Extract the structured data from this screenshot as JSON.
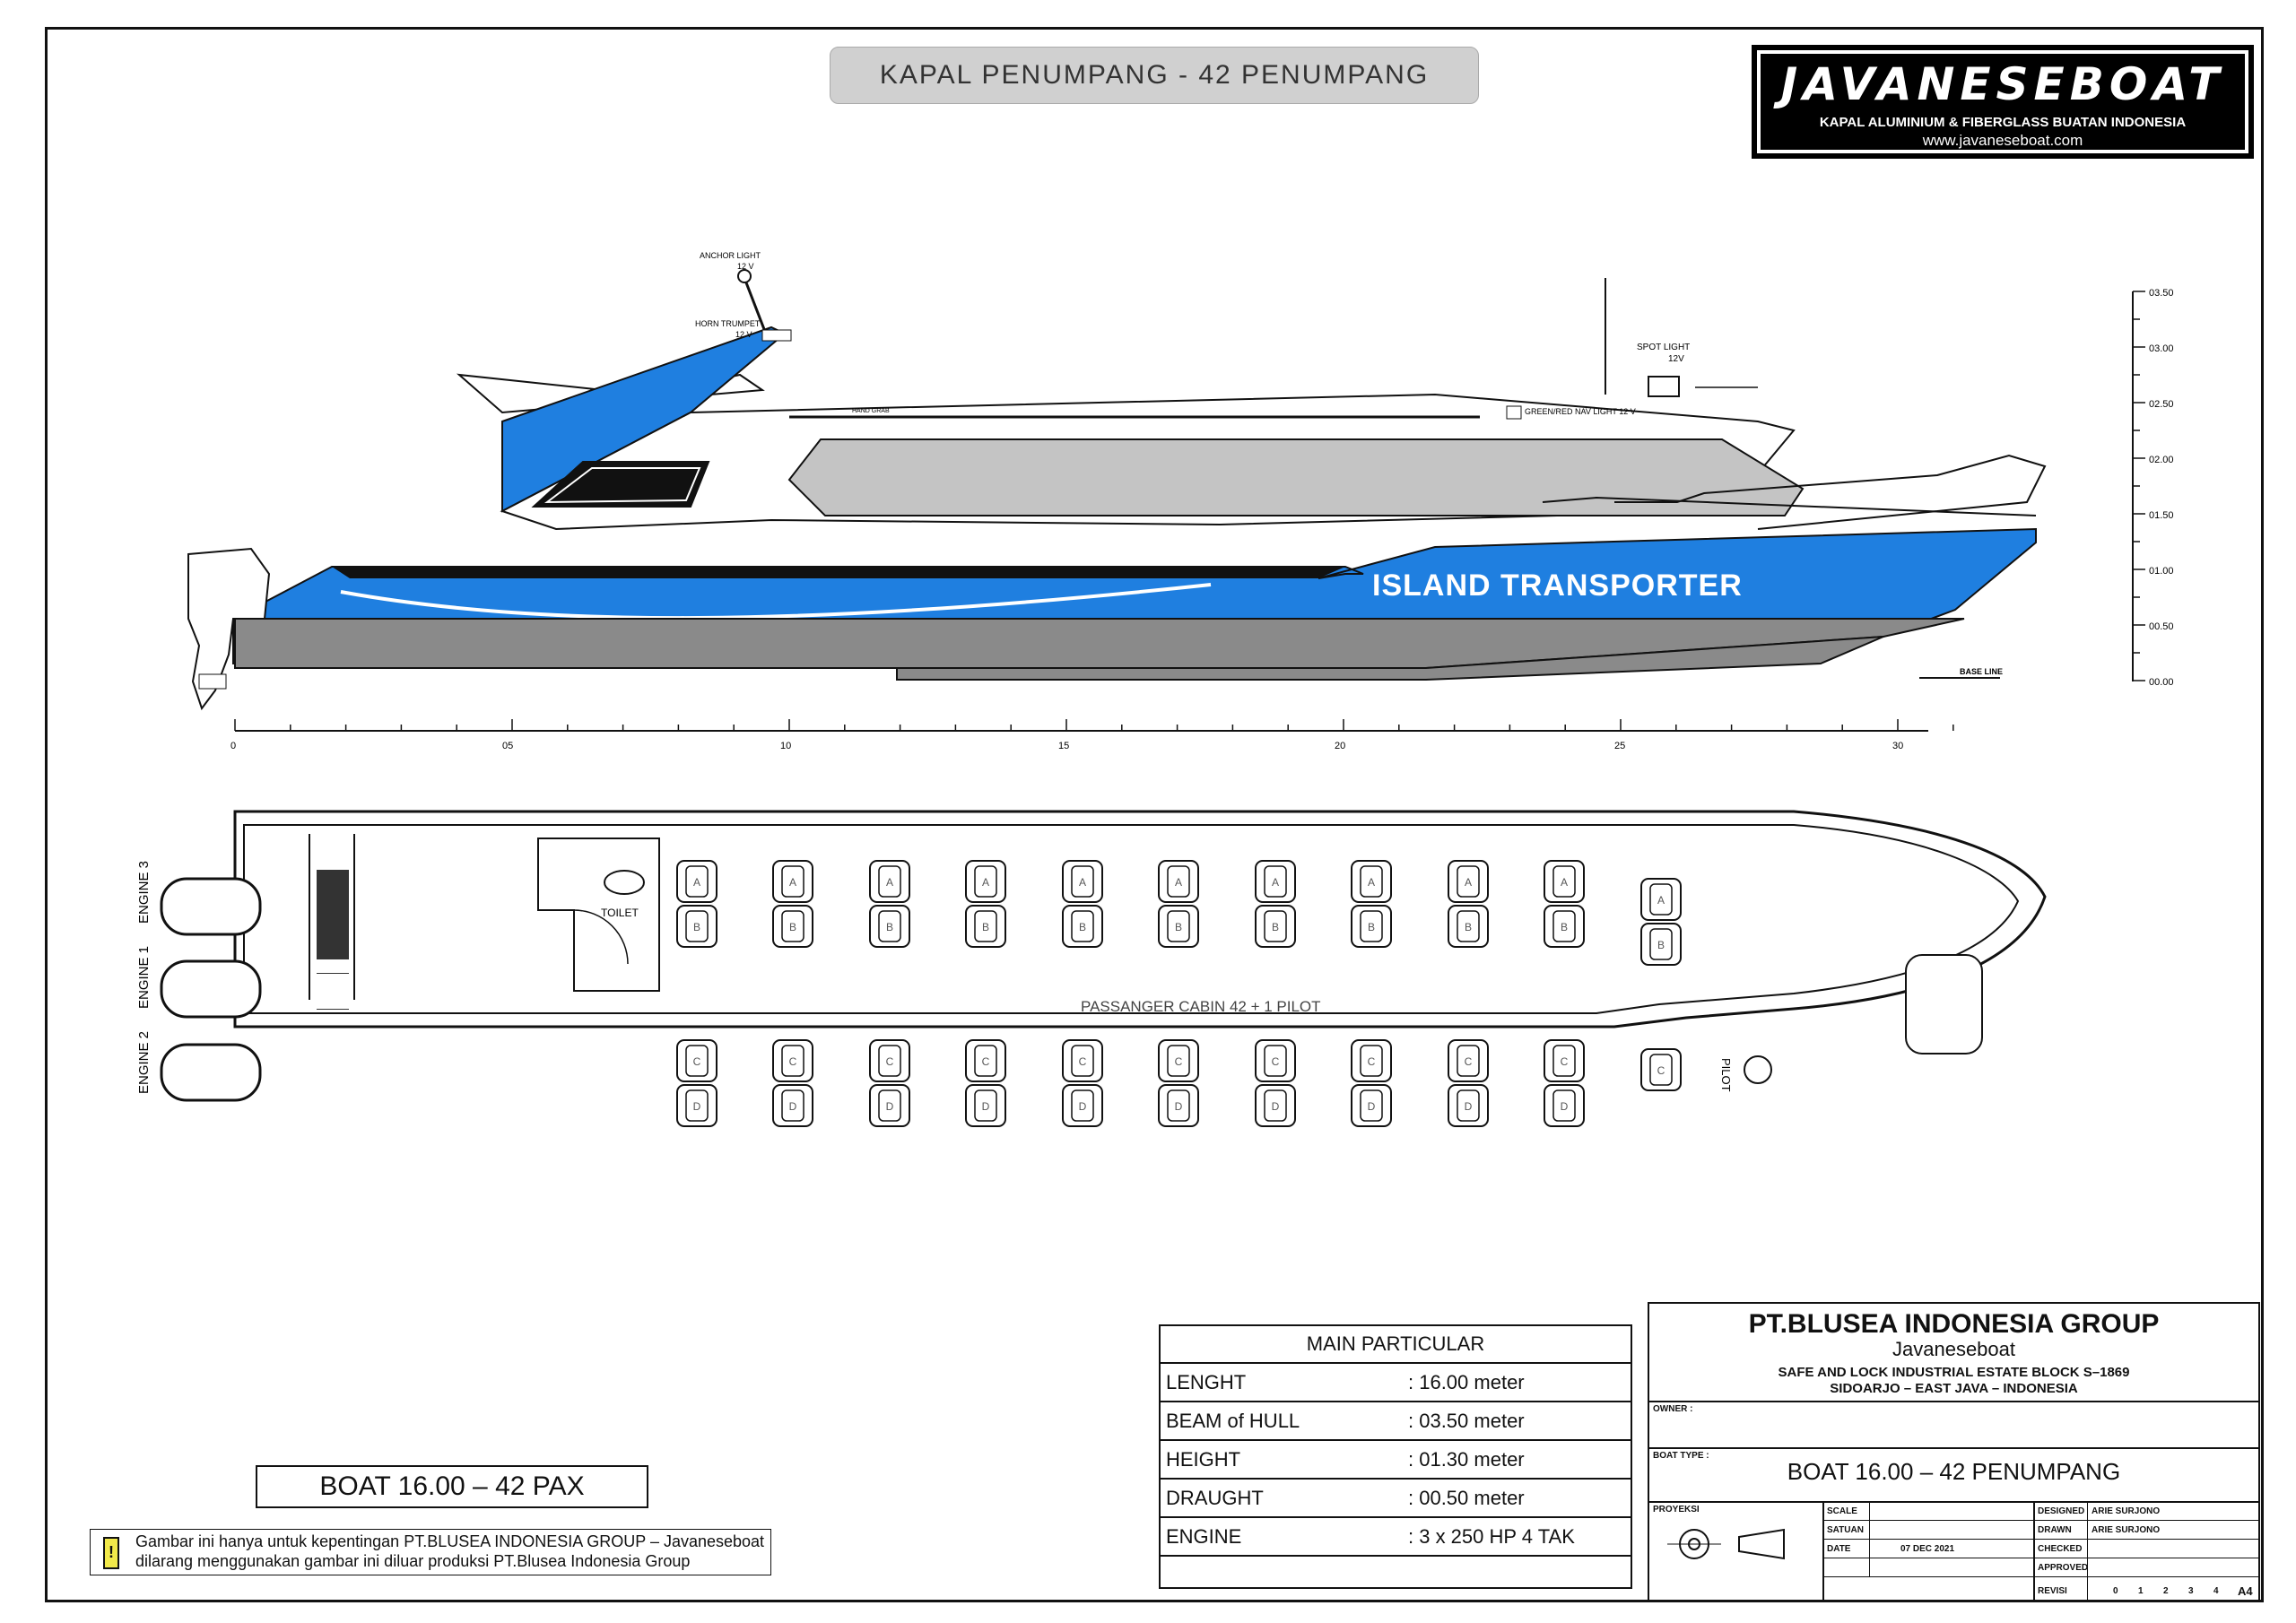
{
  "drawing_title": "KAPAL PENUMPANG - 42 PENUMPANG",
  "logo": {
    "brand": "JAVANESEBOAT",
    "tagline": "KAPAL ALUMINIUM & FIBERGLASS BUATAN INDONESIA",
    "url": "www.javaneseboat.com"
  },
  "side_view": {
    "hull_name": "ISLAND TRANSPORTER",
    "anchor_light": [
      "ANCHOR LIGHT",
      "12 V"
    ],
    "horn_trumpet": [
      "HORN TRUMPET",
      "12 V"
    ],
    "spot_light": [
      "SPOT LIGHT",
      "12V"
    ],
    "nav_light": "GREEN/RED NAV LIGHT 12 V",
    "hand_grab": "HAND GRAB",
    "base_line": "BASE LINE",
    "height_scale": [
      "03.50",
      "03.00",
      "02.50",
      "02.00",
      "01.50",
      "01.00",
      "00.50",
      "00.00"
    ],
    "length_scale": [
      "0",
      "05",
      "10",
      "15",
      "20",
      "25",
      "30"
    ]
  },
  "plan_view": {
    "engines": [
      "ENGINE 3",
      "ENGINE 1",
      "ENGINE 2"
    ],
    "toilet": "TOILET",
    "cabin_label": "PASSANGER CABIN 42 + 1 PILOT",
    "pilot": "PILOT",
    "seat_rows": [
      "A",
      "B",
      "C",
      "D"
    ]
  },
  "main_particular": {
    "header": "MAIN PARTICULAR",
    "rows": [
      {
        "key": "LENGHT",
        "value": ": 16.00  meter"
      },
      {
        "key": "BEAM  of  HULL",
        "value": ": 03.50  meter"
      },
      {
        "key": "HEIGHT",
        "value": ": 01.30  meter"
      },
      {
        "key": "DRAUGHT",
        "value": ": 00.50  meter"
      },
      {
        "key": "ENGINE",
        "value": ": 3  x  250  HP  4  TAK"
      }
    ]
  },
  "boat_label": "BOAT 16.00  –  42 PAX",
  "notice": "Gambar ini hanya untuk kepentingan PT.BLUSEA INDONESIA GROUP – Javaneseboat dilarang menggunakan gambar ini diluar produksi PT.Blusea Indonesia Group",
  "title_block": {
    "company": "PT.BLUSEA INDONESIA GROUP",
    "subtitle": "Javaneseboat",
    "address1": "SAFE  AND  LOCK  INDUSTRIAL  ESTATE  BLOCK  S–1869",
    "address2": "SIDOARJO  –  EAST  JAVA  –  INDONESIA",
    "owner_label": "OWNER :",
    "boat_type_label": "BOAT TYPE :",
    "boat_type": "BOAT  16.00  –  42  PENUMPANG",
    "proyeksi": "PROYEKSI",
    "scale": "SCALE",
    "satuan": "SATUAN",
    "date_label": "DATE",
    "date": "07  DEC  2021",
    "designed": "DESIGNED",
    "designer": "ARIE  SURJONO",
    "drawn": "DRAWN",
    "drawer": "ARIE  SURJONO",
    "checked": "CHECKED",
    "approved": "APPROVED",
    "revisi": "REVISI",
    "revs": [
      "0",
      "1",
      "2",
      "3",
      "4"
    ],
    "sheet": "A4"
  },
  "colors": {
    "hull_blue": "#1f7fe0",
    "hull_grey": "#8a8a8a",
    "glass_grey": "#c4c4c4"
  }
}
